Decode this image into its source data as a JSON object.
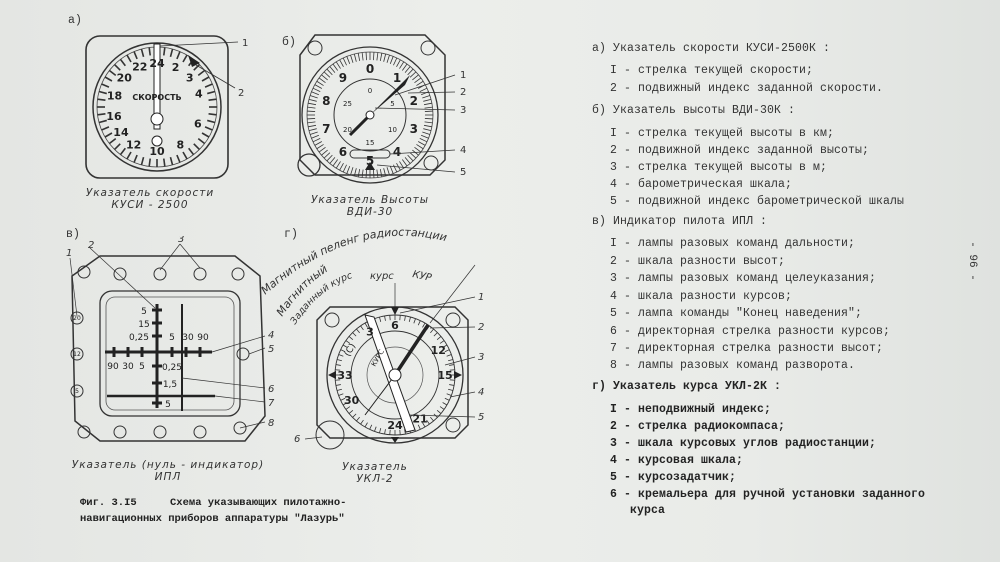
{
  "figures": {
    "a": {
      "letter": "а)",
      "caption_1": "Указатель скорости",
      "caption_2": "КУСИ - 2500",
      "dial_label": "СКОРОСТЬ",
      "dial_numbers": [
        "24",
        "2",
        "3",
        "4",
        "6",
        "8",
        "10",
        "12",
        "14",
        "16",
        "18",
        "20",
        "22"
      ],
      "callouts": [
        "1",
        "2"
      ]
    },
    "b": {
      "letter": "б)",
      "caption_1": "Указатель Высоты",
      "caption_2": "ВДИ-30",
      "outer_numbers": [
        "0",
        "1",
        "2",
        "3",
        "4",
        "5",
        "6",
        "7",
        "8",
        "9"
      ],
      "inner_numbers": [
        "0",
        "5",
        "10",
        "15",
        "20",
        "25"
      ],
      "callouts": [
        "1",
        "2",
        "3",
        "4",
        "5"
      ]
    },
    "v": {
      "letter": "в)",
      "caption_1": "Указатель (нуль - индикатор)",
      "caption_2": "ИПЛ",
      "scale_vertical": [
        "5",
        "15",
        "0,25",
        "0,25",
        "1,5",
        "5"
      ],
      "scale_horizontal": [
        "90",
        "30",
        "5",
        "5",
        "30",
        "90"
      ],
      "lamp_labels": [
        "20",
        "12",
        "5"
      ],
      "callouts": [
        "1",
        "2",
        "3",
        "4",
        "5",
        "6",
        "7",
        "8"
      ]
    },
    "g": {
      "letter": "г)",
      "caption_1": "Указатель",
      "caption_2": "УКЛ-2",
      "arc_labels": [
        "Магнитный пеленг радиостанции",
        "Магнитный",
        "Заданный курс",
        "курс",
        "КУР"
      ],
      "dial_label": "КУРС",
      "dial_numbers": [
        "6",
        "12",
        "15",
        "21",
        "24",
        "30",
        "33",
        "3"
      ],
      "north_mark": "(С)",
      "callouts": [
        "1",
        "2",
        "3",
        "4",
        "5",
        "6"
      ]
    }
  },
  "figure_caption": {
    "number": "Фиг. 3.I5",
    "line_1": "Схема указывающих пилотажно-",
    "line_2": "навигационных приборов аппаратуры \"Лазурь\""
  },
  "legend": {
    "a": {
      "title": "а) Указатель скорости КУСИ-2500К :",
      "items": [
        "I - стрелка текущей скорости;",
        "2 - подвижный индекс заданной скорости."
      ]
    },
    "b": {
      "title": "б) Указатель высоты ВДИ-30К :",
      "items": [
        "I - стрелка текущей высоты в км;",
        "2 - подвижной индекс заданной высоты;",
        "3 - стрелка текущей высоты в м;",
        "4 - барометрическая шкала;",
        "5 - подвижной индекс барометрической шкалы"
      ]
    },
    "v": {
      "title": "в) Индикатор пилота ИПЛ :",
      "items": [
        "I - лампы разовых команд дальности;",
        "2 - шкала разности высот;",
        "3 - лампы разовых команд целеуказания;",
        "4 - шкала разности курсов;",
        "5 - лампа команды \"Конец наведения\";",
        "6 - директорная стрелка разности курсов;",
        "7 - директорная стрелка разности высот;",
        "8 - лампы разовых команд разворота."
      ]
    },
    "g": {
      "title": "г) Указатель курса УКЛ-2К :",
      "items": [
        "I - неподвижный индекс;",
        "2 - стрелка радиокомпаса;",
        "3 - шкала курсовых углов радиостанции;",
        "4 - курсовая шкала;",
        "5 - курсозадатчик;",
        "6 - кремальера для ручной установки заданного",
        "курса"
      ]
    }
  },
  "page_number": "- 96 -"
}
